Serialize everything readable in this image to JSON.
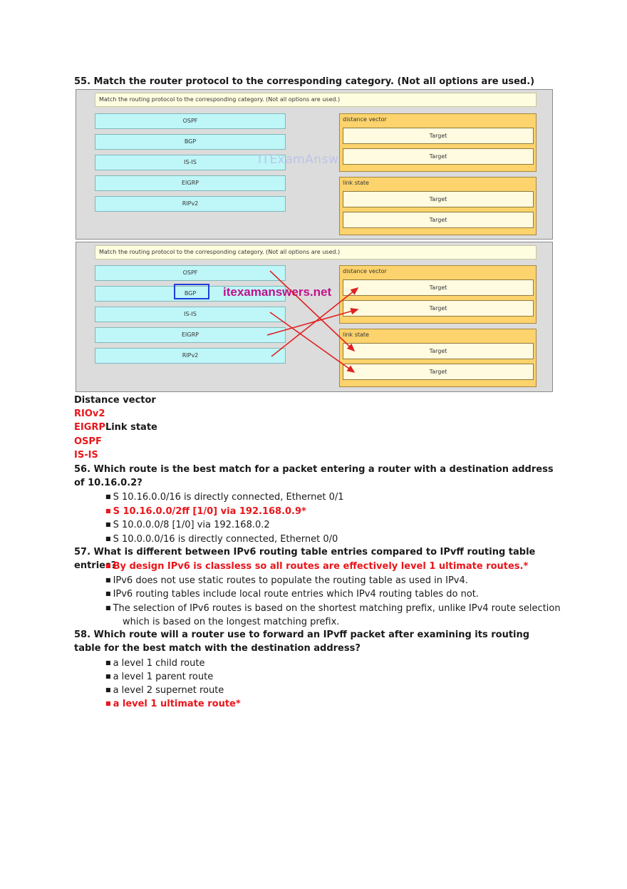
{
  "q55": {
    "title": "55. Match the router protocol to the corresponding category. (Not all options are used.)",
    "panel": {
      "instruction": "Match the routing protocol to the corresponding category. (Not all options are used.)",
      "protocols": [
        "OSPF",
        "BGP",
        "IS-IS",
        "EIGRP",
        "RIPv2"
      ],
      "group1_label": "distance vector",
      "group2_label": "link state",
      "target_label": "Target",
      "watermark1": "ITExamAnswers.net",
      "watermark2": "itexamanswers.net"
    },
    "answer": {
      "dv_heading": "Distance vector",
      "dv_item1": "RIOv2",
      "dv_item2": "EIGRP",
      "ls_heading": "Link state",
      "ls_item1": "OSPF",
      "ls_item2": "IS-IS"
    }
  },
  "q56": {
    "title": "56. Which route is the best match for a packet entering a router with a destination address of 10.16.0.2?",
    "options": [
      {
        "text": "S 10.16.0.0/16 is directly connected, Ethernet 0/1",
        "correct": false
      },
      {
        "text": "S 10.16.0.0/2ff [1/0] via 192.168.0.9*",
        "correct": true
      },
      {
        "text": "S 10.0.0.0/8 [1/0] via 192.168.0.2",
        "correct": false
      },
      {
        "text": "S 10.0.0.0/16 is directly connected, Ethernet 0/0",
        "correct": false
      }
    ]
  },
  "q57": {
    "title": "57. What is different between IPv6 routing table entries compared to IPvff routing table entries?",
    "options": [
      {
        "text": "By design IPv6 is classless so all routes are effectively level 1 ultimate routes.*",
        "correct": true
      },
      {
        "text": "IPv6 does not use static routes to populate the routing table as used in IPv4.",
        "correct": false
      },
      {
        "text": "IPv6 routing tables include local route entries which IPv4 routing tables do not.",
        "correct": false
      },
      {
        "text": "The selection of IPv6 routes is based on the shortest matching prefix, unlike IPv4 route selection",
        "cont": "which is based on the longest matching prefix.",
        "correct": false
      }
    ]
  },
  "q58": {
    "title": "58. Which route will a router use to forward an IPvff packet after examining its routing table for the best match with the destination address?",
    "options": [
      {
        "text": "a level 1 child route",
        "correct": false
      },
      {
        "text": "a level 1 parent route",
        "correct": false
      },
      {
        "text": "a level 2 supernet route",
        "correct": false
      },
      {
        "text": "a level 1 ultimate route*",
        "correct": true
      }
    ]
  },
  "colors": {
    "correct_answer": "#e8161b",
    "source_box": "#bff6f8",
    "group_box": "#fcd36c",
    "arrow": "#e02020"
  },
  "icons": {
    "bullet": "square-bullet-icon"
  }
}
